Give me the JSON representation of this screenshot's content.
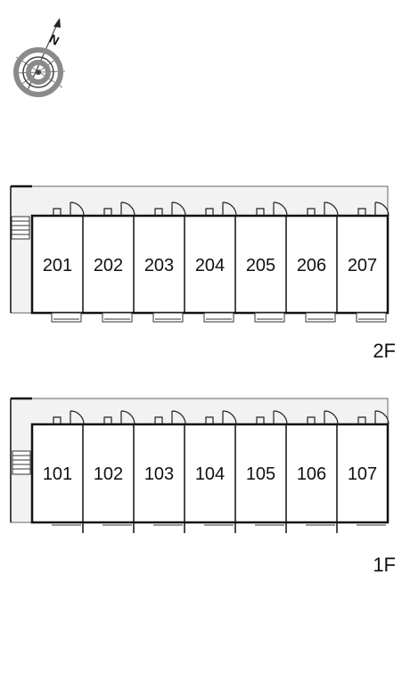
{
  "compass": {
    "north_label": "N",
    "icon": "compass-rose-icon"
  },
  "floors": [
    {
      "id": "2F",
      "label": "2F",
      "rooms": [
        "201",
        "202",
        "203",
        "204",
        "205",
        "206",
        "207"
      ]
    },
    {
      "id": "1F",
      "label": "1F",
      "rooms": [
        "101",
        "102",
        "103",
        "104",
        "105",
        "106",
        "107"
      ]
    }
  ],
  "colors": {
    "corridor": "#f1f2f1",
    "wall": "#111111",
    "outline": "#666666",
    "compass_ring": "#8a8a8a"
  }
}
